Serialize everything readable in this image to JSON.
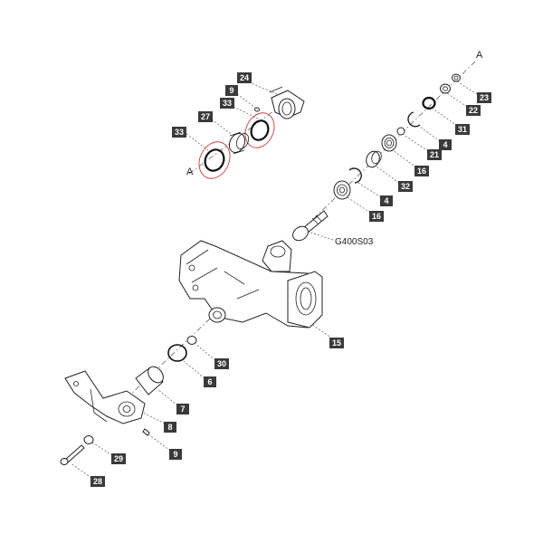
{
  "diagram": {
    "callouts": [
      {
        "id": "c24a",
        "text": "24"
      },
      {
        "id": "c9a",
        "text": "9"
      },
      {
        "id": "c33a",
        "text": "33"
      },
      {
        "id": "c27",
        "text": "27"
      },
      {
        "id": "c33b",
        "text": "33"
      },
      {
        "id": "c23",
        "text": "23"
      },
      {
        "id": "c22",
        "text": "22"
      },
      {
        "id": "c31",
        "text": "31"
      },
      {
        "id": "c4a",
        "text": "4"
      },
      {
        "id": "c21",
        "text": "21"
      },
      {
        "id": "c16a",
        "text": "16"
      },
      {
        "id": "c32",
        "text": "32"
      },
      {
        "id": "c4b",
        "text": "4"
      },
      {
        "id": "c16b",
        "text": "16"
      },
      {
        "id": "c15",
        "text": "15"
      },
      {
        "id": "c30",
        "text": "30"
      },
      {
        "id": "c6",
        "text": "6"
      },
      {
        "id": "c7",
        "text": "7"
      },
      {
        "id": "c8",
        "text": "8"
      },
      {
        "id": "c9b",
        "text": "9"
      },
      {
        "id": "c29",
        "text": "29"
      },
      {
        "id": "c28",
        "text": "28"
      }
    ],
    "part_code": "G400S03",
    "ref_marks": [
      {
        "id": "refA1",
        "text": "A"
      },
      {
        "id": "refA2",
        "text": "A"
      }
    ],
    "colors": {
      "highlight": "#d43a3a",
      "label_box": "#3a3a3a",
      "line": "#222222"
    }
  }
}
